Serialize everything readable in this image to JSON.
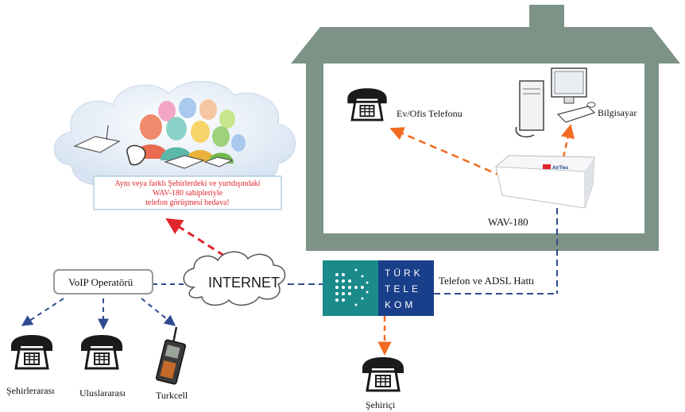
{
  "nodes": {
    "home_phone": "Ev/Ofis Telefonu",
    "computer": "Bilgisayar",
    "router": "WAV-180",
    "router_logo": "AirTies",
    "internet": "INTERNET",
    "voip": "VoIP Operatörü",
    "line": "Telefon ve ADSL Hattı",
    "local": "Şehiriçi",
    "intercity": "Şehirlerarası",
    "international": "Uluslararası",
    "mobile": "Turkcell"
  },
  "callout": {
    "line1": "Aynı veya farklı Şehirlerdeki ve yurtdışındaki",
    "line2": "WAV-180 sahipleriyle",
    "line3": "telefon görüşmesi bedava!"
  },
  "turk_telekom": [
    "TÜRK",
    "TELE",
    "KOM"
  ],
  "colors": {
    "house": "#7d9387",
    "orange_arrow": "#f26b21",
    "blue_arrow": "#2f4a8f",
    "red_arrow": "#e1252b",
    "callout_text": "#e0252b",
    "tt_dark": "#1a3f8a",
    "tt_teal": "#1a8a8a"
  }
}
